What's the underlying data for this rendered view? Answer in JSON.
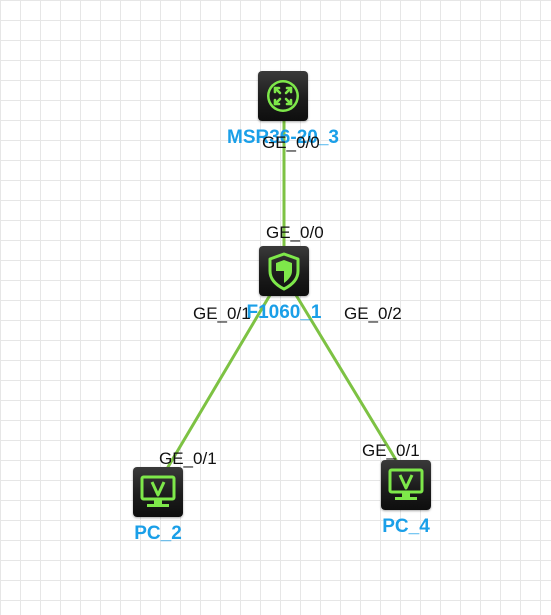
{
  "colors": {
    "link": "#7dc243",
    "device_label": "#1a9fe8",
    "icon_glyph": "#7ee84a",
    "device_bg": "#1c1c1c"
  },
  "devices": [
    {
      "id": "router",
      "name": "MSR36-20_3",
      "icon": "router-icon"
    },
    {
      "id": "firewall",
      "name": "F1060_1",
      "icon": "shield-icon"
    },
    {
      "id": "pc2",
      "name": "PC_2",
      "icon": "monitor-icon"
    },
    {
      "id": "pc4",
      "name": "PC_4",
      "icon": "monitor-icon"
    }
  ],
  "links": [
    {
      "from": "MSR36-20_3",
      "from_port": "GE_0/0",
      "to": "F1060_1",
      "to_port": "GE_0/0"
    },
    {
      "from": "F1060_1",
      "from_port": "GE_0/1",
      "to": "PC_2",
      "to_port": "GE_0/1"
    },
    {
      "from": "F1060_1",
      "from_port": "GE_0/2",
      "to": "PC_4",
      "to_port": "GE_0/1"
    }
  ]
}
